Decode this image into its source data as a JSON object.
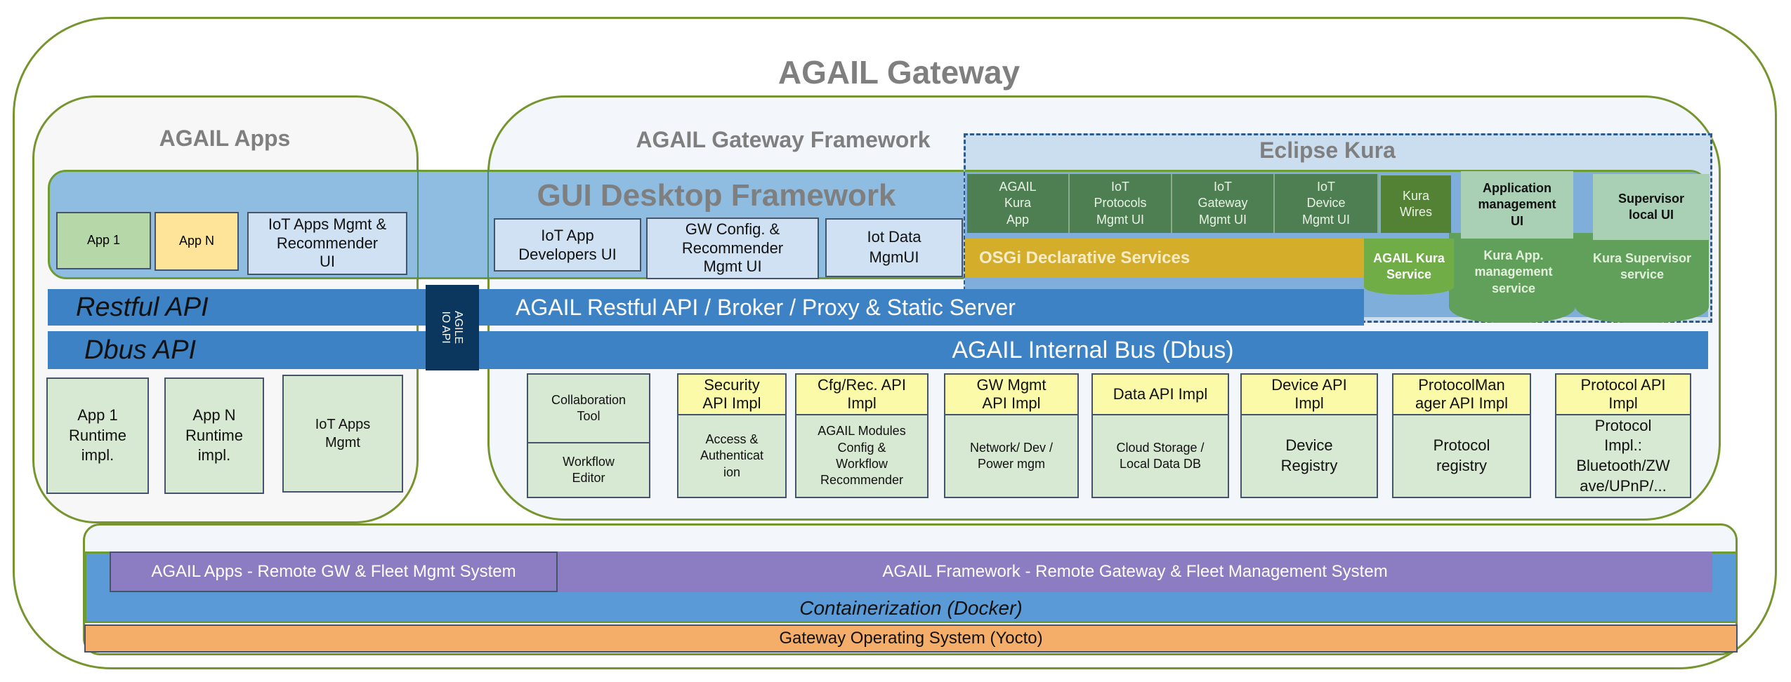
{
  "gateway": {
    "title": "AGAIL Gateway"
  },
  "apps": {
    "title": "AGAIL Apps",
    "gui_items": [
      "App 1",
      "App N",
      "IoT Apps Mgmt &\nRecommender\nUI"
    ],
    "restful_label": "Restful API",
    "dbus_label": "Dbus API",
    "runtime_items": [
      "App 1\nRuntime\nimpl.",
      "App N\nRuntime\nimpl.",
      "IoT Apps\nMgmt"
    ]
  },
  "agile_io": {
    "label": "AGILE\nIO API"
  },
  "framework": {
    "title": "AGAIL  Gateway Framework",
    "gui_title": "GUI Desktop Framework",
    "gui_items": [
      "IoT App\nDevelopers UI",
      "GW Config. &\nRecommender\nMgmt UI",
      "Iot Data\nMgmUI"
    ],
    "restful_bar": "AGAIL Restful API / Broker / Proxy & Static Server",
    "internal_bus": "AGAIL Internal Bus (Dbus)",
    "collab": {
      "top": "Collaboration\nTool",
      "bottom": "Workflow\nEditor"
    },
    "modules": [
      {
        "api": "Security\nAPI Impl",
        "impl": "Access &\nAuthenticat\nion"
      },
      {
        "api": "Cfg/Rec. API\nImpl",
        "impl": "AGAIL Modules\nConfig &\nWorkflow\nRecommender"
      },
      {
        "api": "GW Mgmt\nAPI Impl",
        "impl": "Network/ Dev /\nPower mgm"
      },
      {
        "api": "Data API Impl",
        "impl": "Cloud Storage /\nLocal Data DB"
      },
      {
        "api": "Device API\nImpl",
        "impl": "Device\nRegistry"
      },
      {
        "api": "ProtocolMan\nager API Impl",
        "impl": "Protocol\nregistry"
      },
      {
        "api": "Protocol API\nImpl",
        "impl": "Protocol\nImpl.:\nBluetooth/ZW\nave/UPnP/..."
      }
    ]
  },
  "kura": {
    "title": "Eclipse Kura",
    "apps": [
      "AGAIL\nKura\nApp",
      "IoT\nProtocols\nMgmt UI",
      "IoT\nGateway\nMgmt UI",
      "IoT\nDevice\nMgmt UI"
    ],
    "wires": "Kura\nWires",
    "app_mgmt_ui": "Application\nmanagement\nUI",
    "supervisor_ui": "Supervisor\nlocal UI",
    "osgi": "OSGi Declarative Services",
    "agail_service": "AGAIL Kura\nService",
    "app_mgmt_service": "Kura App.\nmanagement\nservice",
    "supervisor_service": "Kura Supervisor\nservice"
  },
  "remote": {
    "apps_mgmt": "AGAIL Apps -  Remote  GW & Fleet Mgmt  System",
    "framework_mgmt": "AGAIL Framework - Remote  Gateway & Fleet Management System",
    "containerization": "Containerization (Docker)",
    "os": "Gateway Operating System (Yocto)"
  }
}
